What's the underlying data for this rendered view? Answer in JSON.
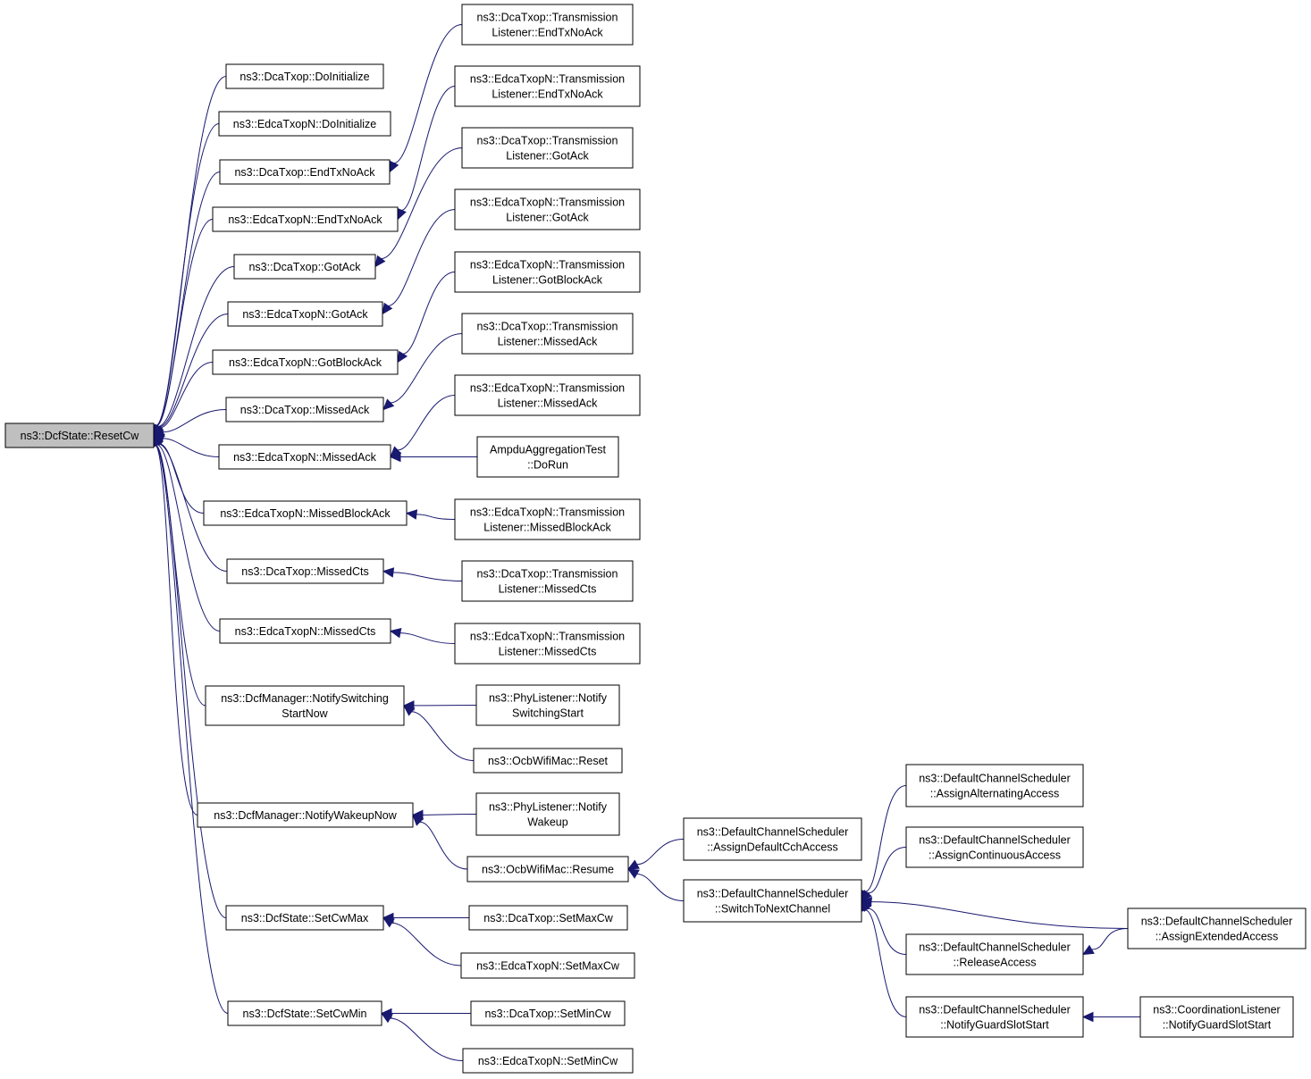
{
  "diagram": {
    "root": "ns3::DcfState::ResetCw",
    "nodes": [
      {
        "id": "root",
        "lines": [
          "ns3::DcfState::ResetCw"
        ]
      },
      {
        "id": "dca_doinit",
        "lines": [
          "ns3::DcaTxop::DoInitialize"
        ]
      },
      {
        "id": "edca_doinit",
        "lines": [
          "ns3::EdcaTxopN::DoInitialize"
        ]
      },
      {
        "id": "dca_endtx",
        "lines": [
          "ns3::DcaTxop::EndTxNoAck"
        ]
      },
      {
        "id": "edca_endtx",
        "lines": [
          "ns3::EdcaTxopN::EndTxNoAck"
        ]
      },
      {
        "id": "dca_gotack",
        "lines": [
          "ns3::DcaTxop::GotAck"
        ]
      },
      {
        "id": "edca_gotack",
        "lines": [
          "ns3::EdcaTxopN::GotAck"
        ]
      },
      {
        "id": "edca_gotblock",
        "lines": [
          "ns3::EdcaTxopN::GotBlockAck"
        ]
      },
      {
        "id": "dca_missedack",
        "lines": [
          "ns3::DcaTxop::MissedAck"
        ]
      },
      {
        "id": "edca_missedack",
        "lines": [
          "ns3::EdcaTxopN::MissedAck"
        ]
      },
      {
        "id": "edca_missedblock",
        "lines": [
          "ns3::EdcaTxopN::MissedBlockAck"
        ]
      },
      {
        "id": "dca_missedcts",
        "lines": [
          "ns3::DcaTxop::MissedCts"
        ]
      },
      {
        "id": "edca_missedcts",
        "lines": [
          "ns3::EdcaTxopN::MissedCts"
        ]
      },
      {
        "id": "dcfm_switch",
        "lines": [
          "ns3::DcfManager::NotifySwitching",
          "StartNow"
        ]
      },
      {
        "id": "dcfm_wakeup",
        "lines": [
          "ns3::DcfManager::NotifyWakeupNow"
        ]
      },
      {
        "id": "setcwmax",
        "lines": [
          "ns3::DcfState::SetCwMax"
        ]
      },
      {
        "id": "setcwmin",
        "lines": [
          "ns3::DcfState::SetCwMin"
        ]
      },
      {
        "id": "tl_dca_endtx",
        "lines": [
          "ns3::DcaTxop::Transmission",
          "Listener::EndTxNoAck"
        ]
      },
      {
        "id": "tl_edca_endtx",
        "lines": [
          "ns3::EdcaTxopN::Transmission",
          "Listener::EndTxNoAck"
        ]
      },
      {
        "id": "tl_dca_gotack",
        "lines": [
          "ns3::DcaTxop::Transmission",
          "Listener::GotAck"
        ]
      },
      {
        "id": "tl_edca_gotack",
        "lines": [
          "ns3::EdcaTxopN::Transmission",
          "Listener::GotAck"
        ]
      },
      {
        "id": "tl_edca_gotblock",
        "lines": [
          "ns3::EdcaTxopN::Transmission",
          "Listener::GotBlockAck"
        ]
      },
      {
        "id": "tl_dca_missedack",
        "lines": [
          "ns3::DcaTxop::Transmission",
          "Listener::MissedAck"
        ]
      },
      {
        "id": "tl_edca_missedack",
        "lines": [
          "ns3::EdcaTxopN::Transmission",
          "Listener::MissedAck"
        ]
      },
      {
        "id": "ampdu_dorun",
        "lines": [
          "AmpduAggregationTest",
          "::DoRun"
        ]
      },
      {
        "id": "tl_edca_missedblock",
        "lines": [
          "ns3::EdcaTxopN::Transmission",
          "Listener::MissedBlockAck"
        ]
      },
      {
        "id": "tl_dca_missedcts",
        "lines": [
          "ns3::DcaTxop::Transmission",
          "Listener::MissedCts"
        ]
      },
      {
        "id": "tl_edca_missedcts",
        "lines": [
          "ns3::EdcaTxopN::Transmission",
          "Listener::MissedCts"
        ]
      },
      {
        "id": "phy_switch",
        "lines": [
          "ns3::PhyListener::Notify",
          "SwitchingStart"
        ]
      },
      {
        "id": "ocb_reset",
        "lines": [
          "ns3::OcbWifiMac::Reset"
        ]
      },
      {
        "id": "phy_wakeup",
        "lines": [
          "ns3::PhyListener::Notify",
          "Wakeup"
        ]
      },
      {
        "id": "ocb_resume",
        "lines": [
          "ns3::OcbWifiMac::Resume"
        ]
      },
      {
        "id": "dca_setmaxcw",
        "lines": [
          "ns3::DcaTxop::SetMaxCw"
        ]
      },
      {
        "id": "edca_setmaxcw",
        "lines": [
          "ns3::EdcaTxopN::SetMaxCw"
        ]
      },
      {
        "id": "dca_setmincw",
        "lines": [
          "ns3::DcaTxop::SetMinCw"
        ]
      },
      {
        "id": "edca_setmincw",
        "lines": [
          "ns3::EdcaTxopN::SetMinCw"
        ]
      },
      {
        "id": "dcs_defaultcch",
        "lines": [
          "ns3::DefaultChannelScheduler",
          "::AssignDefaultCchAccess"
        ]
      },
      {
        "id": "dcs_switchnext",
        "lines": [
          "ns3::DefaultChannelScheduler",
          "::SwitchToNextChannel"
        ]
      },
      {
        "id": "dcs_alternating",
        "lines": [
          "ns3::DefaultChannelScheduler",
          "::AssignAlternatingAccess"
        ]
      },
      {
        "id": "dcs_continuous",
        "lines": [
          "ns3::DefaultChannelScheduler",
          "::AssignContinuousAccess"
        ]
      },
      {
        "id": "dcs_release",
        "lines": [
          "ns3::DefaultChannelScheduler",
          "::ReleaseAccess"
        ]
      },
      {
        "id": "dcs_guard",
        "lines": [
          "ns3::DefaultChannelScheduler",
          "::NotifyGuardSlotStart"
        ]
      },
      {
        "id": "dcs_extended",
        "lines": [
          "ns3::DefaultChannelScheduler",
          "::AssignExtendedAccess"
        ]
      },
      {
        "id": "coord_guard",
        "lines": [
          "ns3::CoordinationListener",
          "::NotifyGuardSlotStart"
        ]
      }
    ],
    "edges": [
      {
        "from": "dca_doinit",
        "to": "root"
      },
      {
        "from": "edca_doinit",
        "to": "root"
      },
      {
        "from": "dca_endtx",
        "to": "root"
      },
      {
        "from": "edca_endtx",
        "to": "root"
      },
      {
        "from": "dca_gotack",
        "to": "root"
      },
      {
        "from": "edca_gotack",
        "to": "root"
      },
      {
        "from": "edca_gotblock",
        "to": "root"
      },
      {
        "from": "dca_missedack",
        "to": "root"
      },
      {
        "from": "edca_missedack",
        "to": "root"
      },
      {
        "from": "edca_missedblock",
        "to": "root"
      },
      {
        "from": "dca_missedcts",
        "to": "root"
      },
      {
        "from": "edca_missedcts",
        "to": "root"
      },
      {
        "from": "dcfm_switch",
        "to": "root"
      },
      {
        "from": "dcfm_wakeup",
        "to": "root"
      },
      {
        "from": "setcwmax",
        "to": "root"
      },
      {
        "from": "setcwmin",
        "to": "root"
      },
      {
        "from": "tl_dca_endtx",
        "to": "dca_endtx"
      },
      {
        "from": "tl_edca_endtx",
        "to": "edca_endtx"
      },
      {
        "from": "tl_dca_gotack",
        "to": "dca_gotack"
      },
      {
        "from": "tl_edca_gotack",
        "to": "edca_gotack"
      },
      {
        "from": "tl_edca_gotblock",
        "to": "edca_gotblock"
      },
      {
        "from": "tl_dca_missedack",
        "to": "dca_missedack"
      },
      {
        "from": "tl_edca_missedack",
        "to": "edca_missedack"
      },
      {
        "from": "ampdu_dorun",
        "to": "edca_missedack"
      },
      {
        "from": "tl_edca_missedblock",
        "to": "edca_missedblock"
      },
      {
        "from": "tl_dca_missedcts",
        "to": "dca_missedcts"
      },
      {
        "from": "tl_edca_missedcts",
        "to": "edca_missedcts"
      },
      {
        "from": "phy_switch",
        "to": "dcfm_switch"
      },
      {
        "from": "ocb_reset",
        "to": "dcfm_switch"
      },
      {
        "from": "phy_wakeup",
        "to": "dcfm_wakeup"
      },
      {
        "from": "ocb_resume",
        "to": "dcfm_wakeup"
      },
      {
        "from": "dca_setmaxcw",
        "to": "setcwmax"
      },
      {
        "from": "edca_setmaxcw",
        "to": "setcwmax"
      },
      {
        "from": "dca_setmincw",
        "to": "setcwmin"
      },
      {
        "from": "edca_setmincw",
        "to": "setcwmin"
      },
      {
        "from": "dcs_defaultcch",
        "to": "ocb_resume"
      },
      {
        "from": "dcs_switchnext",
        "to": "ocb_resume"
      },
      {
        "from": "dcs_alternating",
        "to": "dcs_switchnext"
      },
      {
        "from": "dcs_continuous",
        "to": "dcs_switchnext"
      },
      {
        "from": "dcs_extended",
        "to": "dcs_switchnext"
      },
      {
        "from": "dcs_release",
        "to": "dcs_switchnext"
      },
      {
        "from": "dcs_guard",
        "to": "dcs_switchnext"
      },
      {
        "from": "dcs_extended",
        "to": "dcs_release"
      },
      {
        "from": "coord_guard",
        "to": "dcs_guard"
      }
    ],
    "colors": {
      "edge": "#191970",
      "root_fill": "#bfbfbf",
      "node_fill": "#ffffff",
      "node_stroke": "#000000"
    }
  }
}
